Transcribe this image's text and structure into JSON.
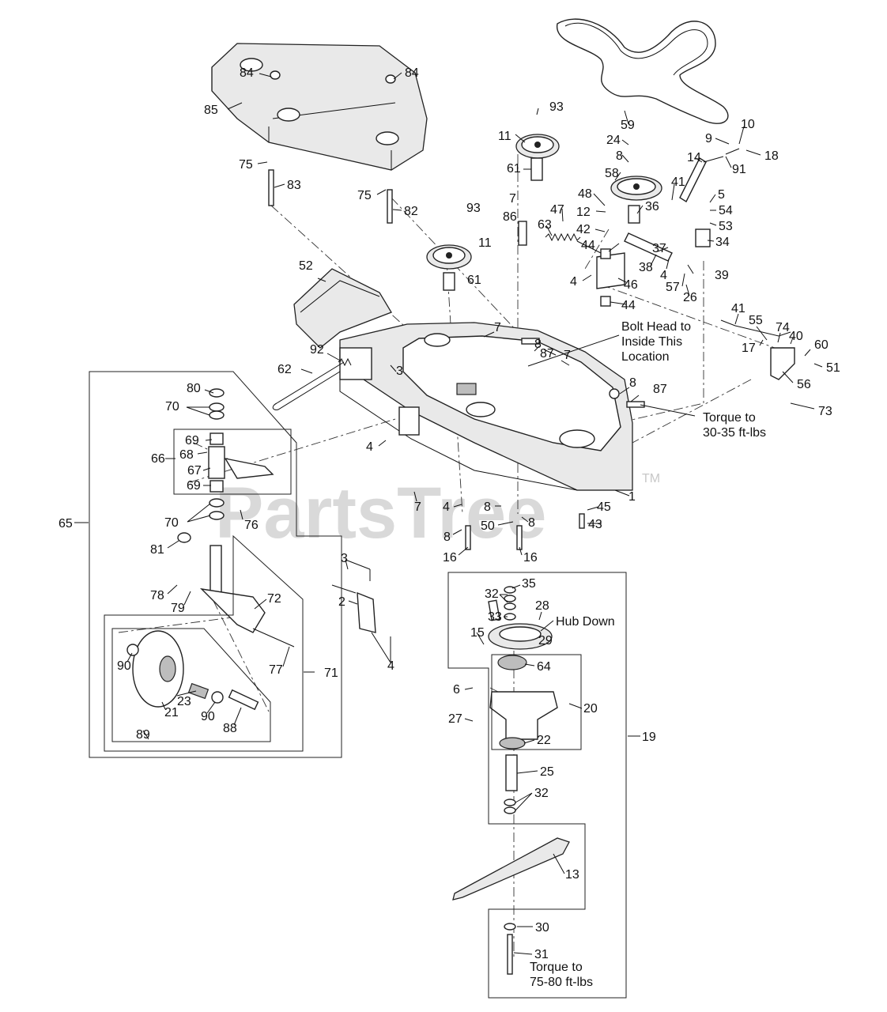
{
  "watermark": {
    "text": "PartsTree",
    "tm": "TM"
  },
  "notes": {
    "bolt_head_1": "Bolt Head to",
    "bolt_head_2": "Inside This",
    "bolt_head_3": "Location",
    "torque_deck_1": "Torque to",
    "torque_deck_2": "30-35 ft-lbs",
    "hub_down": "Hub Down",
    "torque_blade_1": "Torque to",
    "torque_blade_2": "75-80 ft-lbs"
  },
  "labels": {
    "l84a": "84",
    "l84b": "84",
    "l85": "85",
    "l75a": "75",
    "l83": "83",
    "l75b": "75",
    "l82": "82",
    "l93a": "93",
    "l11a": "11",
    "l61a": "61",
    "l7a": "7",
    "l86": "86",
    "l93b": "93",
    "l11b": "11",
    "l61b": "61",
    "l59": "59",
    "l24": "24",
    "l8a": "8",
    "l58": "58",
    "l10": "10",
    "l9": "9",
    "l18": "18",
    "l14": "14",
    "l91": "91",
    "l41a": "41",
    "l5": "5",
    "l54": "54",
    "l53": "53",
    "l34": "34",
    "l48": "48",
    "l12": "12",
    "l47": "47",
    "l42": "42",
    "l63": "63",
    "l36": "36",
    "l37": "37",
    "l44a": "44",
    "l38": "38",
    "l4a": "4",
    "l57": "57",
    "l39": "39",
    "l26": "26",
    "l46": "46",
    "l4b": "4",
    "l44b": "44",
    "l52": "52",
    "l41b": "41",
    "l55": "55",
    "l74": "74",
    "l40": "40",
    "l60": "60",
    "l51": "51",
    "l17": "17",
    "l56": "56",
    "l73": "73",
    "l7b": "7",
    "l8b": "8",
    "l87a": "87",
    "l7c": "7",
    "l8c": "8",
    "l87b": "87",
    "l92": "92",
    "l3a": "3",
    "l62": "62",
    "l4c": "4",
    "l1": "1",
    "l45": "45",
    "l43": "43",
    "l7d": "7",
    "l4d": "4",
    "l8d": "8",
    "l8e": "8",
    "l50": "50",
    "l8f": "8",
    "l16a": "16",
    "l16b": "16",
    "l80": "80",
    "l70a": "70",
    "l69a": "69",
    "l66": "66",
    "l68": "68",
    "l67": "67",
    "l69b": "69",
    "l70b": "70",
    "l76": "76",
    "l65": "65",
    "l81": "81",
    "l78": "78",
    "l79": "79",
    "l72": "72",
    "l77": "77",
    "l71": "71",
    "l90a": "90",
    "l23": "23",
    "l21": "21",
    "l90b": "90",
    "l88": "88",
    "l89": "89",
    "l3b": "3",
    "l2": "2",
    "l4e": "4",
    "l35": "35",
    "l32a": "32",
    "l33": "33",
    "l28": "28",
    "l15": "15",
    "l29": "29",
    "l64": "64",
    "l6": "6",
    "l20": "20",
    "l27": "27",
    "l22": "22",
    "l19": "19",
    "l25": "25",
    "l32b": "32",
    "l13": "13",
    "l30": "30",
    "l31": "31"
  }
}
